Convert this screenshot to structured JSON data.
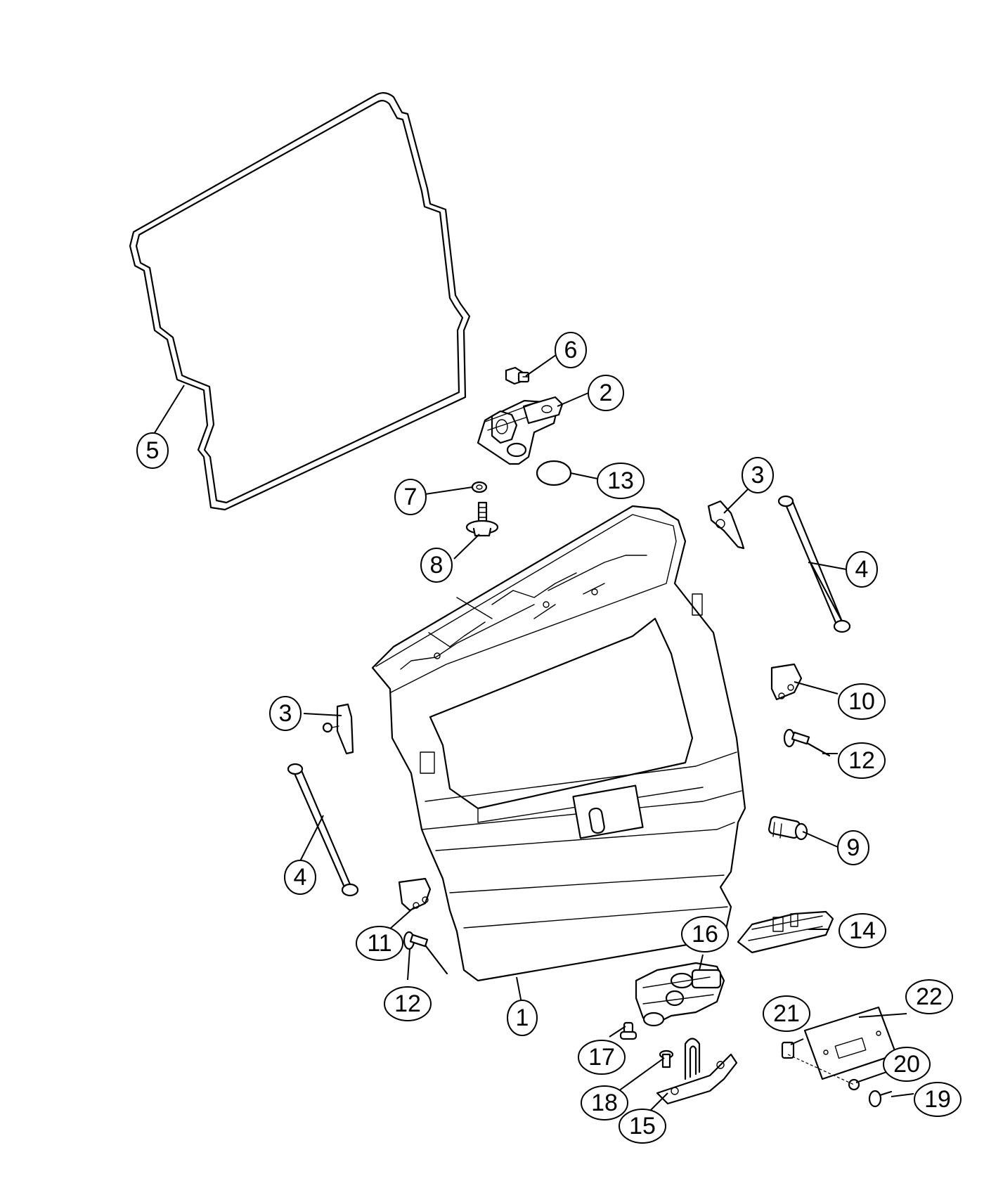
{
  "callouts": [
    {
      "id": "c1",
      "label": "1"
    },
    {
      "id": "c2",
      "label": "2"
    },
    {
      "id": "c3a",
      "label": "3"
    },
    {
      "id": "c3b",
      "label": "3"
    },
    {
      "id": "c4a",
      "label": "4"
    },
    {
      "id": "c4b",
      "label": "4"
    },
    {
      "id": "c5",
      "label": "5"
    },
    {
      "id": "c6",
      "label": "6"
    },
    {
      "id": "c7",
      "label": "7"
    },
    {
      "id": "c8",
      "label": "8"
    },
    {
      "id": "c9",
      "label": "9"
    },
    {
      "id": "c10",
      "label": "10"
    },
    {
      "id": "c11",
      "label": "11"
    },
    {
      "id": "c12a",
      "label": "12"
    },
    {
      "id": "c12b",
      "label": "12"
    },
    {
      "id": "c13",
      "label": "13"
    },
    {
      "id": "c14",
      "label": "14"
    },
    {
      "id": "c15",
      "label": "15"
    },
    {
      "id": "c16",
      "label": "16"
    },
    {
      "id": "c17",
      "label": "17"
    },
    {
      "id": "c18",
      "label": "18"
    },
    {
      "id": "c19",
      "label": "19"
    },
    {
      "id": "c20",
      "label": "20"
    },
    {
      "id": "c21",
      "label": "21"
    },
    {
      "id": "c22",
      "label": "22"
    }
  ]
}
